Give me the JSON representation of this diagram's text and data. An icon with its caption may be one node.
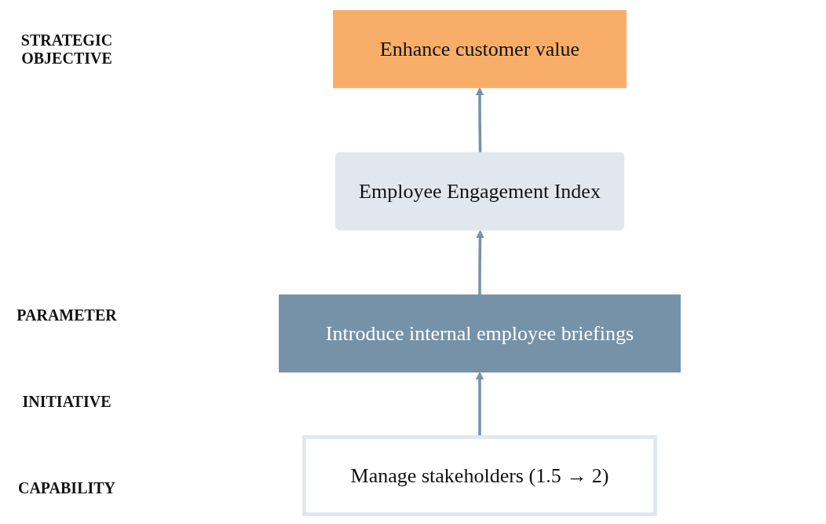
{
  "diagram": {
    "nodes": [
      {
        "text": [
          "Enhance customer value"
        ]
      },
      {
        "text": [
          "Employee Engagement Index"
        ]
      },
      {
        "text": [
          "Introduce internal employee briefings"
        ]
      },
      {
        "text": [
          "Manage stakeholders (1.5 → 2)"
        ]
      }
    ],
    "edges": [
      {
        "from": 1,
        "to": 0,
        "arrow": "to"
      },
      {
        "from": 2,
        "to": 1,
        "arrow": "to"
      },
      {
        "from": 3,
        "to": 2,
        "arrow": "to"
      }
    ],
    "labels": [
      "STRATEGIC OBJECTIVE",
      "PARAMETER",
      "INITIATIVE",
      "CAPABILITY"
    ]
  }
}
